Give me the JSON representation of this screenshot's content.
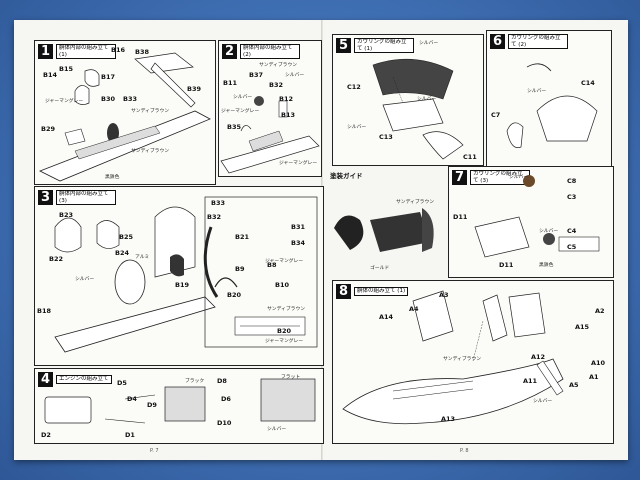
{
  "steps": {
    "s1": {
      "number": "1",
      "title": "胴体内部の組み立て (1)",
      "parts": [
        "B14",
        "B15",
        "B16",
        "B17",
        "B38",
        "B39",
        "B30",
        "B29",
        "B33"
      ],
      "notes": [
        "ジャーマングレー",
        "サンディブラウン",
        "サンディブラウン",
        "黒鉄色"
      ]
    },
    "s2": {
      "number": "2",
      "title": "胴体内部の組み立て (2)",
      "parts": [
        "B11",
        "B37",
        "B32",
        "B12",
        "B13",
        "B35"
      ],
      "notes": [
        "サンディブラウン",
        "ジャーマングレー",
        "ジャーマングレー",
        "シルバー",
        "シルバー"
      ]
    },
    "s3": {
      "number": "3",
      "title": "胴体内部の組み立て (3)",
      "parts": [
        "B23",
        "B25",
        "B22",
        "B24",
        "B19",
        "B18",
        "B33",
        "B32",
        "B21",
        "B31",
        "B34",
        "B9",
        "B8",
        "B20",
        "B10",
        "B20"
      ],
      "notes": [
        "アルミ",
        "シルバー",
        "ジャーマングレー",
        "サンディブラウン",
        "ジャーマングレー"
      ]
    },
    "s4": {
      "number": "4",
      "title": "エンジンの組み立て",
      "parts": [
        "D5",
        "D4",
        "D9",
        "D2",
        "D1",
        "D8",
        "D10",
        "D6"
      ],
      "notes": [
        "ブラック",
        "フラット",
        "シルバー"
      ]
    },
    "s5": {
      "number": "5",
      "title": "カウリングの組み立て (1)",
      "parts": [
        "C12",
        "C13",
        "C11"
      ],
      "notes": [
        "シルバー",
        "シルバー",
        "シルバー"
      ]
    },
    "s6": {
      "number": "6",
      "title": "カウリングの組み立て (2)",
      "parts": [
        "C14",
        "C7"
      ],
      "notes": [
        "シルバー"
      ]
    },
    "guide": {
      "title": "塗装ガイド",
      "notes": [
        "サンディブラウン",
        "ゴールド"
      ]
    },
    "s7": {
      "number": "7",
      "title": "カウリングの組み立て (3)",
      "parts": [
        "C8",
        "C3",
        "D11",
        "C4",
        "C5",
        "D11"
      ],
      "notes": [
        "シルバー",
        "シルバー",
        "黒鉄色"
      ]
    },
    "s8": {
      "number": "8",
      "title": "胴体の組み立て (1)",
      "parts": [
        "A3",
        "A14",
        "A4",
        "A15",
        "A2",
        "A13",
        "A12",
        "A10",
        "A11",
        "A5",
        "A1"
      ],
      "notes": [
        "サンディブラウン",
        "シルバー"
      ]
    }
  },
  "footer": {
    "left": "P. 7",
    "right": "P. 8"
  }
}
